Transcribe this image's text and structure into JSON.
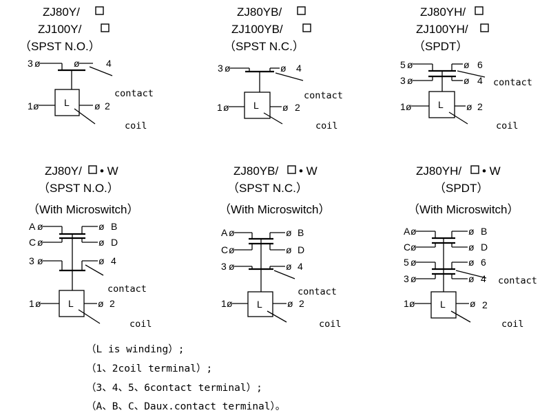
{
  "blocks": [
    {
      "t1": "ZJ80Y/",
      "t2": "ZJ100Y/",
      "t3": "（SPST N.O.）"
    },
    {
      "t1": "ZJ80YB/",
      "t2": "ZJ100YB/",
      "t3": "（SPST N.C.）"
    },
    {
      "t1": "ZJ80YH/",
      "t2": "ZJ100YH/",
      "t3": "（SPDT）"
    },
    {
      "t1": "ZJ80Y/",
      "t1b": "• W",
      "t2": "（SPST N.O.）",
      "t3": "（With Microswitch）"
    },
    {
      "t1": "ZJ80YB/",
      "t1b": "• W",
      "t2": "（SPST N.C.）",
      "t3": "（With  Microswitch）"
    },
    {
      "t1": "ZJ80YH/",
      "t1b": "• W",
      "t2": "（SPDT）",
      "t3": "（With  Microswitch）"
    }
  ],
  "labels": {
    "contact": "contact",
    "coil": "coil",
    "winding": "L",
    "t1": "1",
    "t2": "2",
    "t3": "3",
    "t4": "4",
    "t5": "5",
    "t6": "6",
    "tA": "A",
    "tB": "B",
    "tC": "C",
    "tD": "D"
  },
  "notes": [
    "（L  is  winding）;",
    "（1、2coil terminal）;",
    "（3、4、5、6contact  terminal）;",
    "（A、B、C、Daux.contact  terminal）。"
  ]
}
